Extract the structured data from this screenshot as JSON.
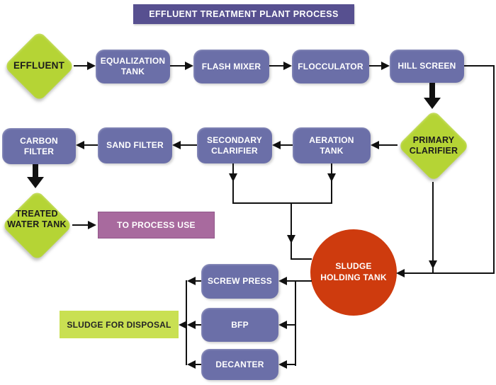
{
  "title": "EFFLUENT TREATMENT PLANT PROCESS",
  "nodes": {
    "effluent": "EFFLUENT",
    "equalization_tank": "EQUALIZATION TANK",
    "flash_mixer": "FLASH MIXER",
    "flocculator": "FLOCCULATOR",
    "hill_screen": "HILL SCREEN",
    "primary_clarifier": "PRIMARY CLARIFIER",
    "aeration_tank": "AERATION TANK",
    "secondary_clarifier": "SECONDARY CLARIFIER",
    "sand_filter": "SAND FILTER",
    "carbon_filter": "CARBON FILTER",
    "treated_water_tank": "TREATED WATER TANK",
    "to_process_use": "TO PROCESS USE",
    "sludge_holding_tank": "SLUDGE HOLDING TANK",
    "screw_press": "SCREW PRESS",
    "bfp": "BFP",
    "decanter": "DECANTER",
    "sludge_for_disposal": "SLUDGE FOR DISPOSAL"
  },
  "colors": {
    "title_banner": "#575090",
    "process_box": "#6b6fa8",
    "decision_diamond": "#b5d435",
    "output_box": "#a86a9e",
    "disposal_box": "#c9e052",
    "tank_circle": "#ce3b0e",
    "arrow": "#111111"
  }
}
